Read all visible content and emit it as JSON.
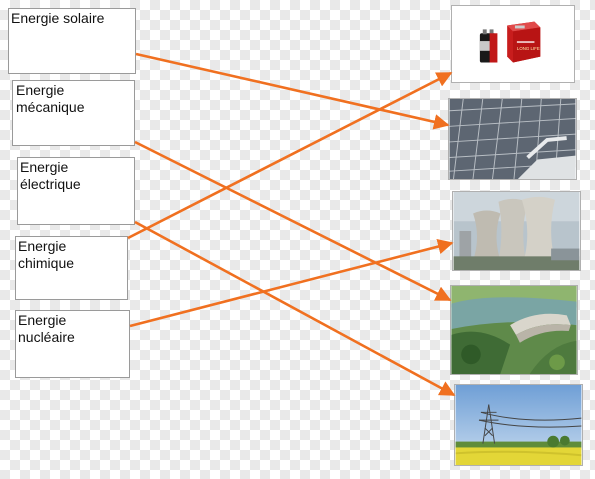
{
  "labels": {
    "solaire": "Energie solaire",
    "mecanique": "Energie mécanique",
    "electrique": "Energie électrique",
    "chimique": "Energie chimique",
    "nucleaire": "Energie nucléaire"
  },
  "battery_text": "LONG LIFE",
  "pictures": [
    {
      "subject": "batteries-icon"
    },
    {
      "subject": "solar-panels-icon"
    },
    {
      "subject": "cooling-towers-icon"
    },
    {
      "subject": "dam-icon"
    },
    {
      "subject": "power-line-field-icon"
    }
  ],
  "arrow_color": "#f07020",
  "links": [
    {
      "from": "Energie solaire",
      "to": "solar-panels"
    },
    {
      "from": "Energie mécanique",
      "to": "dam"
    },
    {
      "from": "Energie électrique",
      "to": "power-line-field"
    },
    {
      "from": "Energie chimique",
      "to": "batteries"
    },
    {
      "from": "Energie nucléaire",
      "to": "cooling-towers"
    }
  ]
}
